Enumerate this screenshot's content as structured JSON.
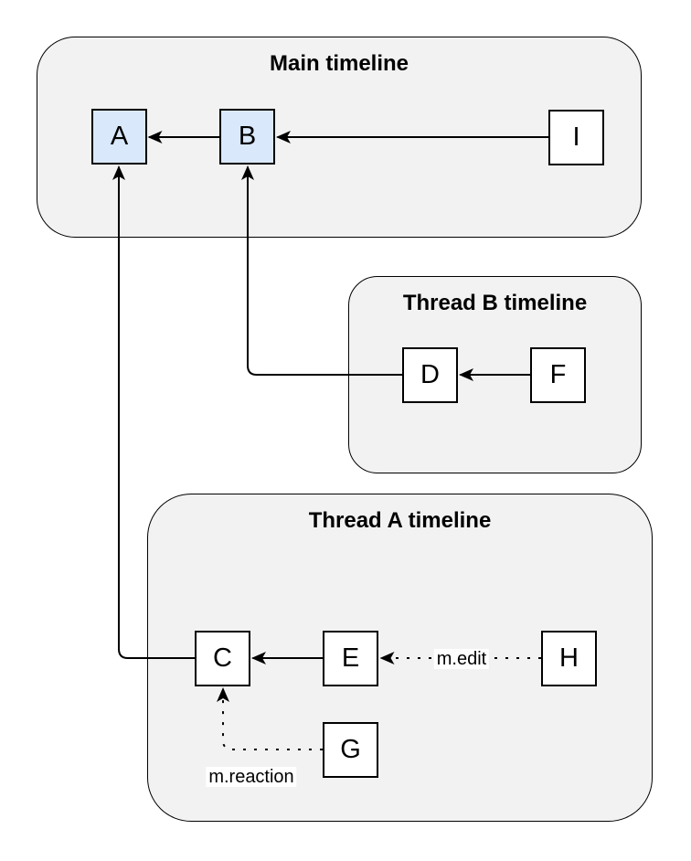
{
  "diagram": {
    "containers": {
      "main": {
        "title": "Main timeline"
      },
      "thread_b": {
        "title": "Thread B timeline"
      },
      "thread_a": {
        "title": "Thread A timeline"
      }
    },
    "nodes": {
      "a": {
        "label": "A",
        "highlighted": true
      },
      "b": {
        "label": "B",
        "highlighted": true
      },
      "i": {
        "label": "I",
        "highlighted": false
      },
      "d": {
        "label": "D",
        "highlighted": false
      },
      "f": {
        "label": "F",
        "highlighted": false
      },
      "c": {
        "label": "C",
        "highlighted": false
      },
      "e": {
        "label": "E",
        "highlighted": false
      },
      "h": {
        "label": "H",
        "highlighted": false
      },
      "g": {
        "label": "G",
        "highlighted": false
      }
    },
    "edges": [
      {
        "from": "B",
        "to": "A",
        "style": "solid",
        "label": ""
      },
      {
        "from": "I",
        "to": "B",
        "style": "solid",
        "label": ""
      },
      {
        "from": "F",
        "to": "D",
        "style": "solid",
        "label": ""
      },
      {
        "from": "D",
        "to": "B",
        "style": "solid",
        "label": ""
      },
      {
        "from": "E",
        "to": "C",
        "style": "solid",
        "label": ""
      },
      {
        "from": "C",
        "to": "A",
        "style": "solid",
        "label": ""
      },
      {
        "from": "H",
        "to": "E",
        "style": "dotted",
        "label": "m.edit"
      },
      {
        "from": "G",
        "to": "C",
        "style": "dotted",
        "label": "m.reaction"
      }
    ],
    "colors": {
      "container_fill": "#f2f2f2",
      "container_stroke": "#000000",
      "node_fill": "#ffffff",
      "node_highlight_fill": "#dae8fc",
      "node_stroke": "#000000",
      "edge_color": "#000000",
      "text_color": "#000000",
      "label_background": "#ffffff"
    }
  }
}
